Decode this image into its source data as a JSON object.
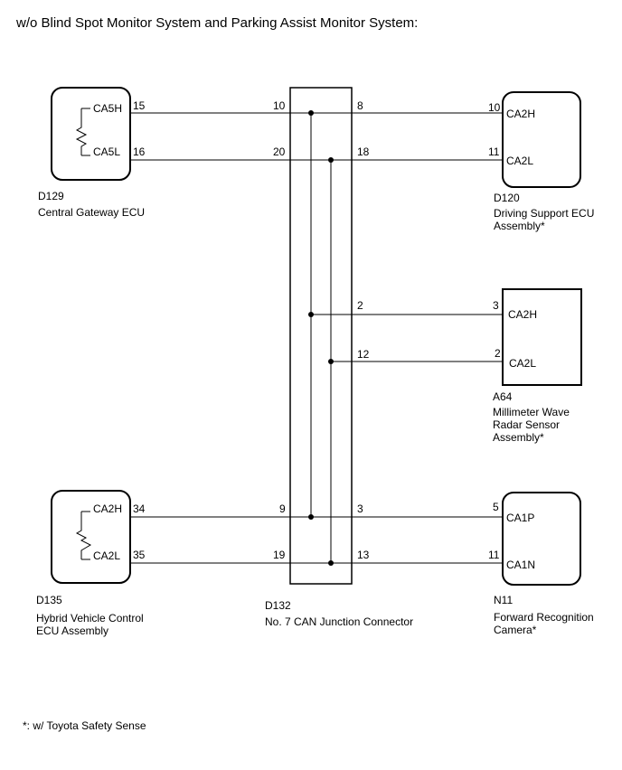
{
  "title": "w/o Blind Spot Monitor System and Parking Assist Monitor System:",
  "footnote": "*: w/ Toyota Safety Sense",
  "components": {
    "d129": {
      "code": "D129",
      "name_lines": [
        "Central Gateway ECU"
      ],
      "pins": {
        "h_label": "CA5H",
        "h_pin": "15",
        "l_label": "CA5L",
        "l_pin": "16"
      }
    },
    "d135": {
      "code": "D135",
      "name_lines": [
        "Hybrid Vehicle Control",
        "ECU Assembly"
      ],
      "pins": {
        "h_label": "CA2H",
        "h_pin": "34",
        "l_label": "CA2L",
        "l_pin": "35"
      }
    },
    "d132": {
      "code": "D132",
      "name_lines": [
        "No. 7 CAN Junction Connector"
      ],
      "left_pins": [
        "10",
        "20",
        "9",
        "19"
      ],
      "right_pins": [
        "8",
        "18",
        "2",
        "12",
        "3",
        "13"
      ]
    },
    "d120": {
      "code": "D120",
      "name_lines": [
        "Driving Support ECU",
        "Assembly*"
      ],
      "pins": {
        "h_label": "CA2H",
        "h_pin": "10",
        "l_label": "CA2L",
        "l_pin": "11"
      }
    },
    "a64": {
      "code": "A64",
      "name_lines": [
        "Millimeter Wave",
        "Radar Sensor",
        "Assembly*"
      ],
      "pins": {
        "h_label": "CA2H",
        "h_pin": "3",
        "l_label": "CA2L",
        "l_pin": "2"
      }
    },
    "n11": {
      "code": "N11",
      "name_lines": [
        "Forward Recognition",
        "Camera*"
      ],
      "pins": {
        "h_label": "CA1P",
        "h_pin": "5",
        "l_label": "CA1N",
        "l_pin": "11"
      }
    }
  }
}
